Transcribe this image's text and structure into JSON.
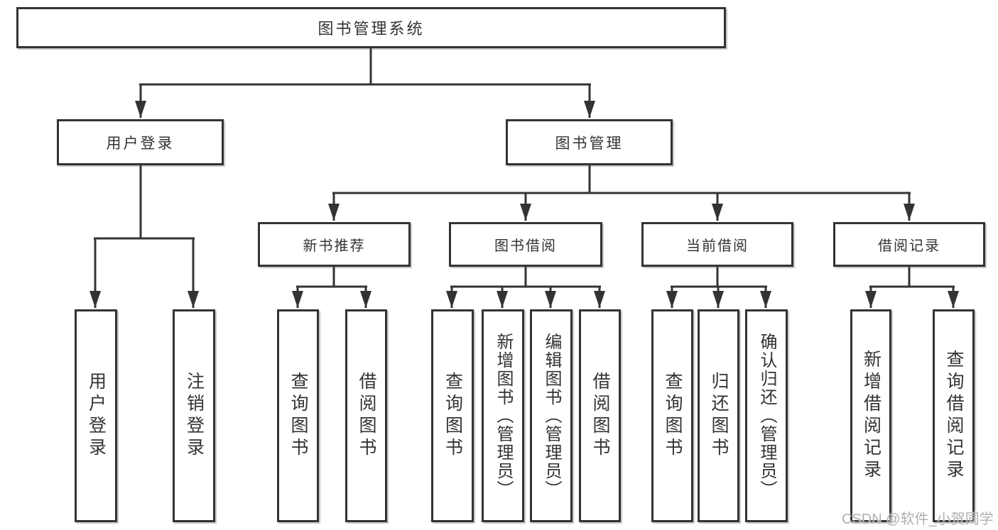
{
  "tree": {
    "root": {
      "label": "图书管理系统",
      "children": [
        {
          "label": "用户登录",
          "children": [
            {
              "label": "用户登录"
            },
            {
              "label": "注销登录"
            }
          ]
        },
        {
          "label": "图书管理",
          "children": [
            {
              "label": "新书推荐",
              "children": [
                {
                  "label": "查询图书"
                },
                {
                  "label": "借阅图书"
                }
              ]
            },
            {
              "label": "图书借阅",
              "children": [
                {
                  "label": "查询图书"
                },
                {
                  "label": "新增图书（管理员）"
                },
                {
                  "label": "编辑图书（管理员）"
                },
                {
                  "label": "借阅图书"
                }
              ]
            },
            {
              "label": "当前借阅",
              "children": [
                {
                  "label": "查询图书"
                },
                {
                  "label": "归还图书"
                },
                {
                  "label": "确认归还（管理员）"
                }
              ]
            },
            {
              "label": "借阅记录",
              "children": [
                {
                  "label": "新增借阅记录"
                },
                {
                  "label": "查询借阅记录"
                }
              ]
            }
          ]
        }
      ]
    }
  },
  "watermark": {
    "text": "CSDN @软件_小贺同学"
  },
  "colors": {
    "line": "#333333",
    "box_border": "#333333",
    "text": "#333333",
    "watermark": "#b0b0b0",
    "background": "#ffffff"
  }
}
